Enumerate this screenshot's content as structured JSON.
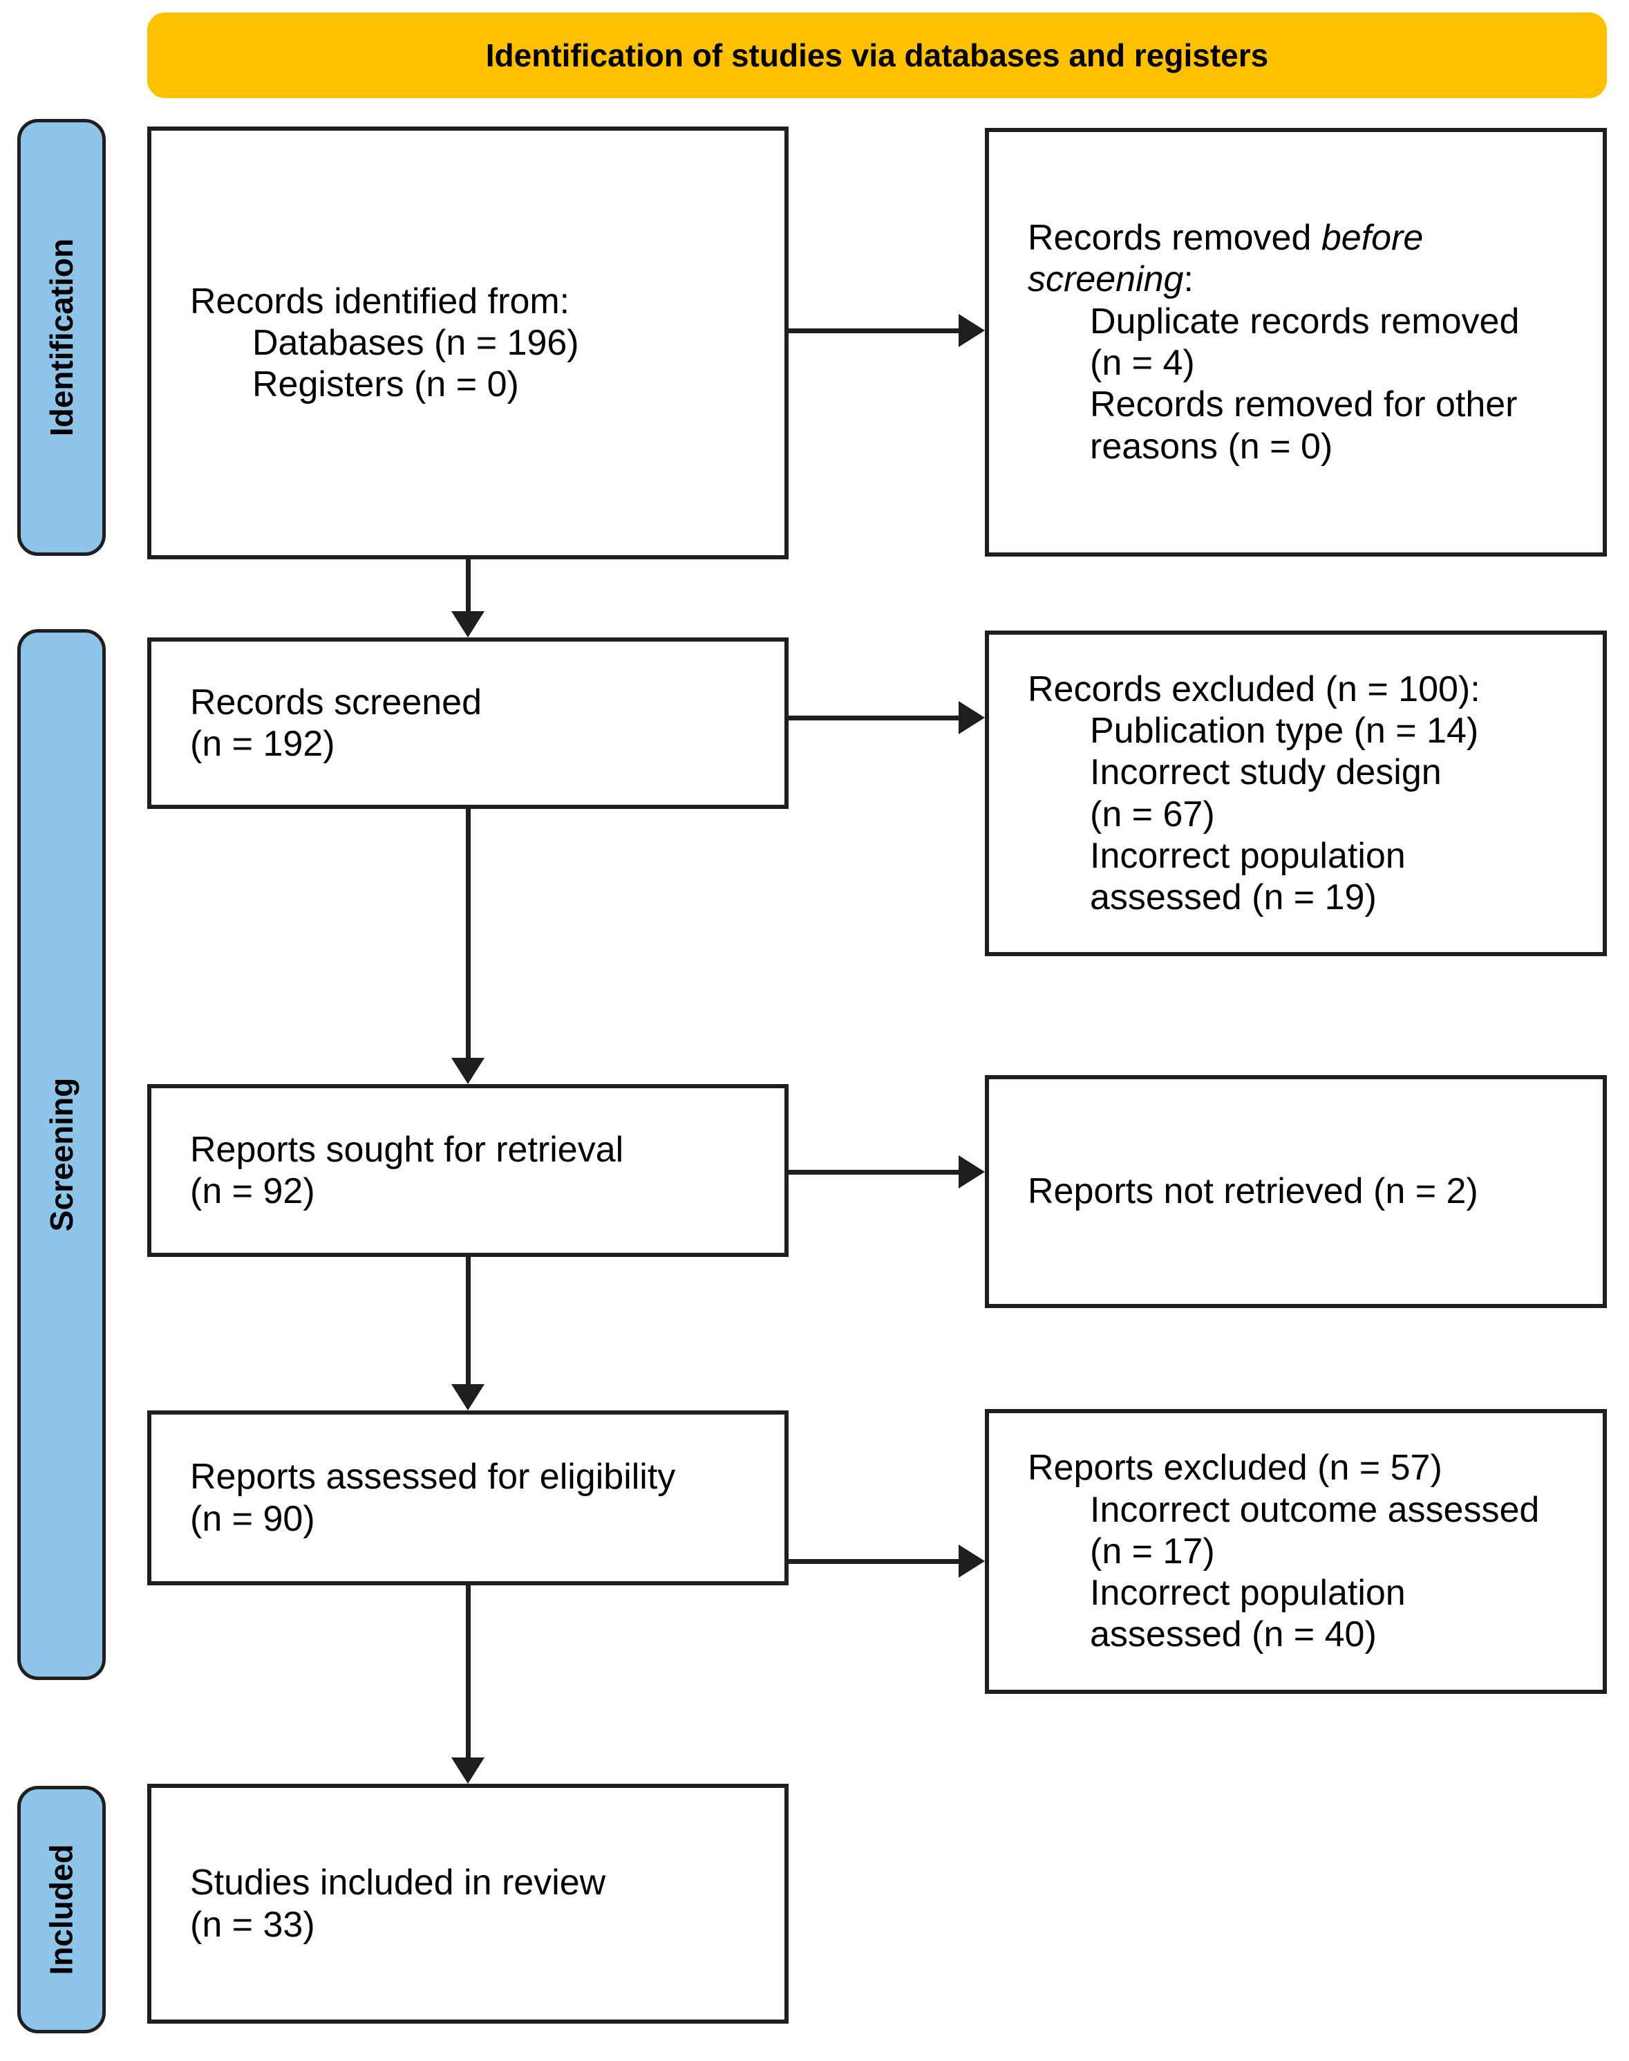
{
  "header": {
    "title": "Identification of studies via databases and registers"
  },
  "colors": {
    "banner": "#FFC000",
    "stage_bar": "#8FC4E9",
    "border": "#1E1E1E",
    "arrow": "#1E1E1E",
    "box_background": "#FFFFFF"
  },
  "stages": {
    "identification": "Identification",
    "screening": "Screening",
    "included": "Included"
  },
  "boxes": {
    "records_identified": {
      "line1": "Records identified from:",
      "line2": "Databases (n = 196)",
      "line3": "Registers (n = 0)"
    },
    "records_removed": {
      "line1_regular": "Records removed ",
      "line1_italic": "before",
      "line2_italic": "screening",
      "line2_regular": ":",
      "line3": "Duplicate records removed",
      "line4": "(n = 4)",
      "line5": "Records removed for other",
      "line6": "reasons (n = 0)"
    },
    "records_screened": {
      "line1": "Records screened",
      "line2": "(n = 192)"
    },
    "records_excluded": {
      "line1": "Records excluded (n = 100):",
      "line2": "Publication type (n = 14)",
      "line3": "Incorrect study design",
      "line4": "(n = 67)",
      "line5": "Incorrect population",
      "line6": "assessed (n = 19)"
    },
    "reports_sought": {
      "line1": "Reports sought for retrieval",
      "line2": "(n = 92)"
    },
    "reports_not_retrieved": {
      "line1": "Reports not retrieved (n = 2)"
    },
    "reports_assessed": {
      "line1": "Reports assessed for eligibility",
      "line2": "(n = 90)"
    },
    "reports_excluded": {
      "line1": "Reports excluded (n = 57)",
      "line2": "Incorrect outcome assessed",
      "line3": "(n = 17)",
      "line4": "Incorrect population",
      "line5": "assessed (n = 40)"
    },
    "studies_included": {
      "line1": "Studies included in review",
      "line2": "(n = 33)"
    }
  }
}
